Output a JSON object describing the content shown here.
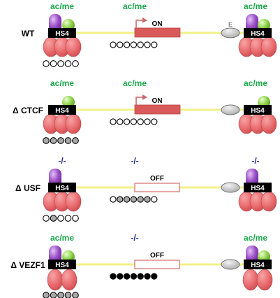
{
  "colors": {
    "green_text": "#1aa84a",
    "blue_text": "#1f2a8c",
    "line": "#f2f08a",
    "gene_on": "#d95a5a",
    "gene_off_border": "#d46a6a",
    "red_protein": "#e8696c",
    "purple_protein": "#9b4fc7",
    "green_protein": "#8fd24a",
    "enhancer": "#c8c8c8",
    "arrow": "#c96a6a",
    "circle_gray": "#a9a9a9",
    "circle_black": "#000000"
  },
  "rows": [
    {
      "label": "WT",
      "left_mark": "ac/me",
      "center_mark": "ac/me",
      "right_mark": "ac/me",
      "mark_style": "green",
      "gene_label": "ON",
      "gene_state": "on",
      "has_arrow": true,
      "enhancer_label": "E",
      "insulator_label_left": "HS4",
      "insulator_label_right": "HS4",
      "has_purple": true,
      "has_green": true,
      "red_style": "three",
      "left_circles": [
        "open",
        "open",
        "open",
        "open",
        "open"
      ],
      "gene_circles": [
        "open",
        "open",
        "open",
        "open",
        "open",
        "open",
        "open"
      ]
    },
    {
      "label": "Δ CTCF",
      "left_mark": "ac/me",
      "center_mark": "ac/me",
      "right_mark": "ac/me",
      "mark_style": "green",
      "gene_label": "ON",
      "gene_state": "on",
      "has_arrow": true,
      "enhancer_label": "",
      "insulator_label_left": "HS4",
      "insulator_label_right": "HS4",
      "has_purple": false,
      "has_green": true,
      "red_style": "three",
      "left_circles": [
        "gray",
        "gray",
        "gray",
        "gray",
        "gray"
      ],
      "gene_circles": [
        "open",
        "open",
        "open",
        "open",
        "open",
        "open",
        "open"
      ]
    },
    {
      "label": "Δ USF",
      "left_mark": "-/-",
      "center_mark": "-/-",
      "right_mark": "-/-",
      "mark_style": "blue",
      "gene_label": "OFF",
      "gene_state": "off",
      "has_arrow": false,
      "enhancer_label": "",
      "insulator_label_left": "HS4",
      "insulator_label_right": "HS4",
      "has_purple": true,
      "has_green": false,
      "red_style": "three",
      "left_circles": [
        "open",
        "gray",
        "open",
        "open",
        "open"
      ],
      "gene_circles": [
        "open",
        "gray",
        "gray",
        "gray",
        "gray",
        "gray",
        "open"
      ]
    },
    {
      "label": "Δ VEZF1",
      "left_mark": "ac/me",
      "center_mark": "-/-",
      "right_mark": "ac/me",
      "mark_style": "mixed",
      "gene_label": "OFF",
      "gene_state": "off",
      "has_arrow": false,
      "enhancer_label": "",
      "insulator_label_left": "HS4",
      "insulator_label_right": "HS4",
      "has_purple": true,
      "has_green": true,
      "red_style": "split",
      "left_circles": [
        "gray",
        "gray",
        "gray",
        "gray",
        "gray"
      ],
      "gene_circles": [
        "black",
        "black",
        "black",
        "black",
        "black",
        "black",
        "black"
      ]
    }
  ]
}
